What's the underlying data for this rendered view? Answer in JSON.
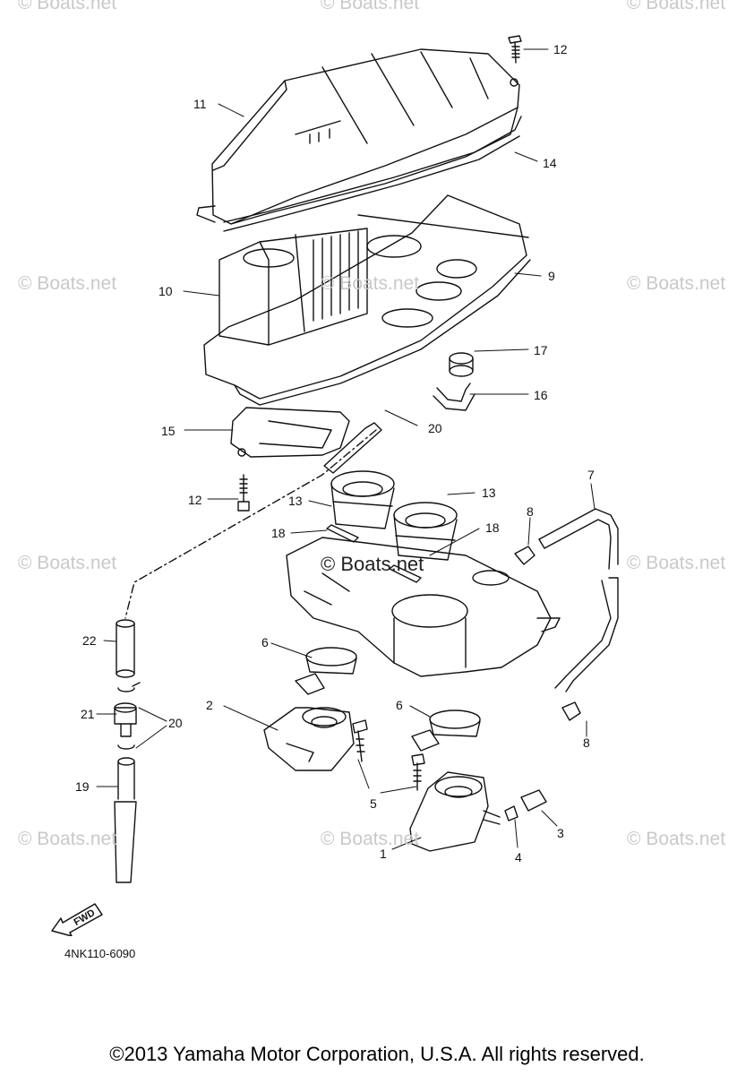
{
  "callouts": [
    {
      "id": "c12a",
      "label": "12"
    },
    {
      "id": "c11",
      "label": "11"
    },
    {
      "id": "c14",
      "label": "14"
    },
    {
      "id": "c9",
      "label": "9"
    },
    {
      "id": "c10",
      "label": "10"
    },
    {
      "id": "c17",
      "label": "17"
    },
    {
      "id": "c16",
      "label": "16"
    },
    {
      "id": "c15",
      "label": "15"
    },
    {
      "id": "c20a",
      "label": "20"
    },
    {
      "id": "c12b",
      "label": "12"
    },
    {
      "id": "c13a",
      "label": "13"
    },
    {
      "id": "c13b",
      "label": "13"
    },
    {
      "id": "c7",
      "label": "7"
    },
    {
      "id": "c18a",
      "label": "18"
    },
    {
      "id": "c18b",
      "label": "18"
    },
    {
      "id": "c8a",
      "label": "8"
    },
    {
      "id": "c22",
      "label": "22"
    },
    {
      "id": "c6a",
      "label": "6"
    },
    {
      "id": "c2",
      "label": "2"
    },
    {
      "id": "c21",
      "label": "21"
    },
    {
      "id": "c20b",
      "label": "20"
    },
    {
      "id": "c6b",
      "label": "6"
    },
    {
      "id": "c8b",
      "label": "8"
    },
    {
      "id": "c19",
      "label": "19"
    },
    {
      "id": "c5",
      "label": "5"
    },
    {
      "id": "c3",
      "label": "3"
    },
    {
      "id": "c1",
      "label": "1"
    },
    {
      "id": "c4",
      "label": "4"
    }
  ],
  "watermark": "© Boats.net",
  "fwd_label": "FWD",
  "diagram_code": "4NK110-6090",
  "copyright": "©2013 Yamaha Motor Corporation, U.S.A. All rights reserved."
}
